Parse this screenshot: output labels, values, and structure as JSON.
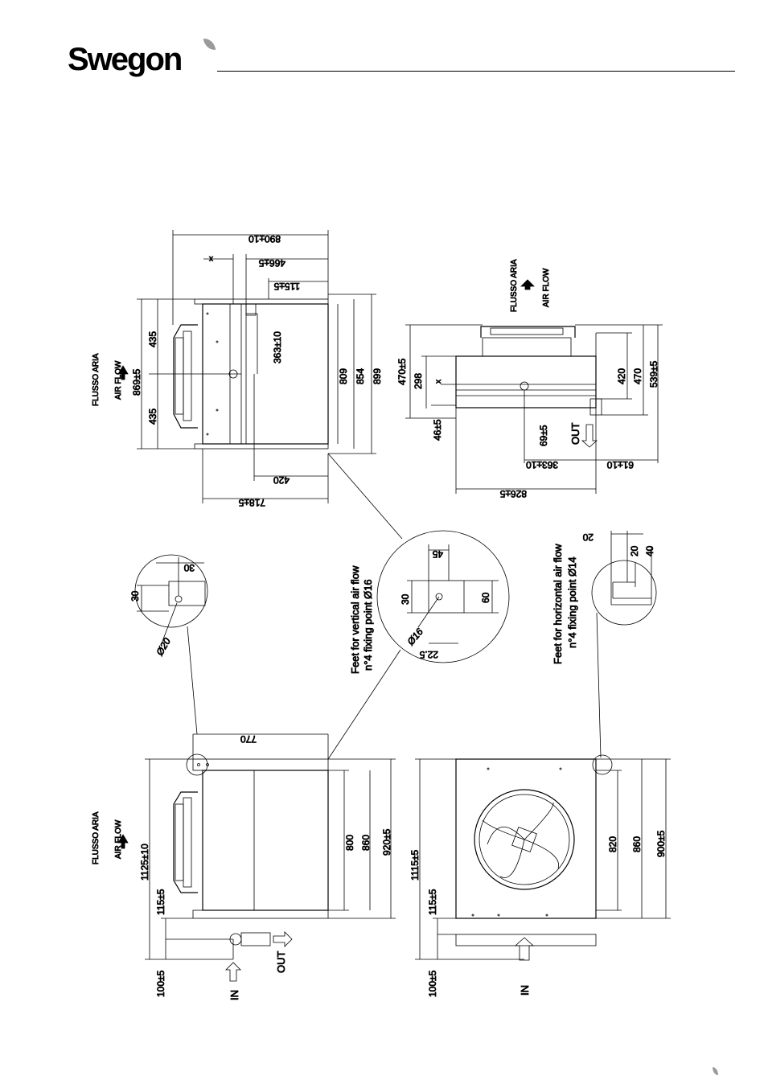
{
  "brand": {
    "name": "Swegon"
  },
  "labels": {
    "flusso": "FLUSSO ARIA",
    "airflow": "AIR FLOW",
    "in": "IN",
    "out": "OUT",
    "x": "x",
    "feet_vertical_1": "Feet for vertical air flow",
    "feet_vertical_2": "n°4 fixing point Ø16",
    "feet_horizontal_1": "Feet for horizontal air flow",
    "feet_horizontal_2": "n°4 fixing point Ø14"
  },
  "dims": {
    "d890": "890±10",
    "d466": "466±5",
    "d115": "115±5",
    "d363": "363±10",
    "d435a": "435",
    "d435b": "435",
    "d869": "869±5",
    "d809": "809",
    "d854": "854",
    "d899": "899",
    "d420": "420",
    "d718": "718±5",
    "d30a": "30",
    "d30b": "30",
    "d20phi": "Ø20",
    "d45": "45",
    "d30c": "30",
    "d60": "60",
    "d16phi": "Ø16",
    "d22": "22.5",
    "d20a": "20",
    "d20b": "20",
    "d40": "40",
    "d470a": "470±5",
    "d298": "298",
    "d46": "46±5",
    "d69": "69±5",
    "d420b": "420",
    "d470b": "470",
    "d539": "539±5",
    "d363b": "363±10",
    "d61": "61±10",
    "d826": "826±5",
    "d770": "770",
    "d1125": "1125±10",
    "d115b": "115±5",
    "d100a": "100±5",
    "d800": "800",
    "d860a": "860",
    "d920": "920±5",
    "d1115": "1115±5",
    "d115c": "115±5",
    "d100b": "100±5",
    "d820": "820",
    "d860b": "860",
    "d900": "900±5"
  }
}
